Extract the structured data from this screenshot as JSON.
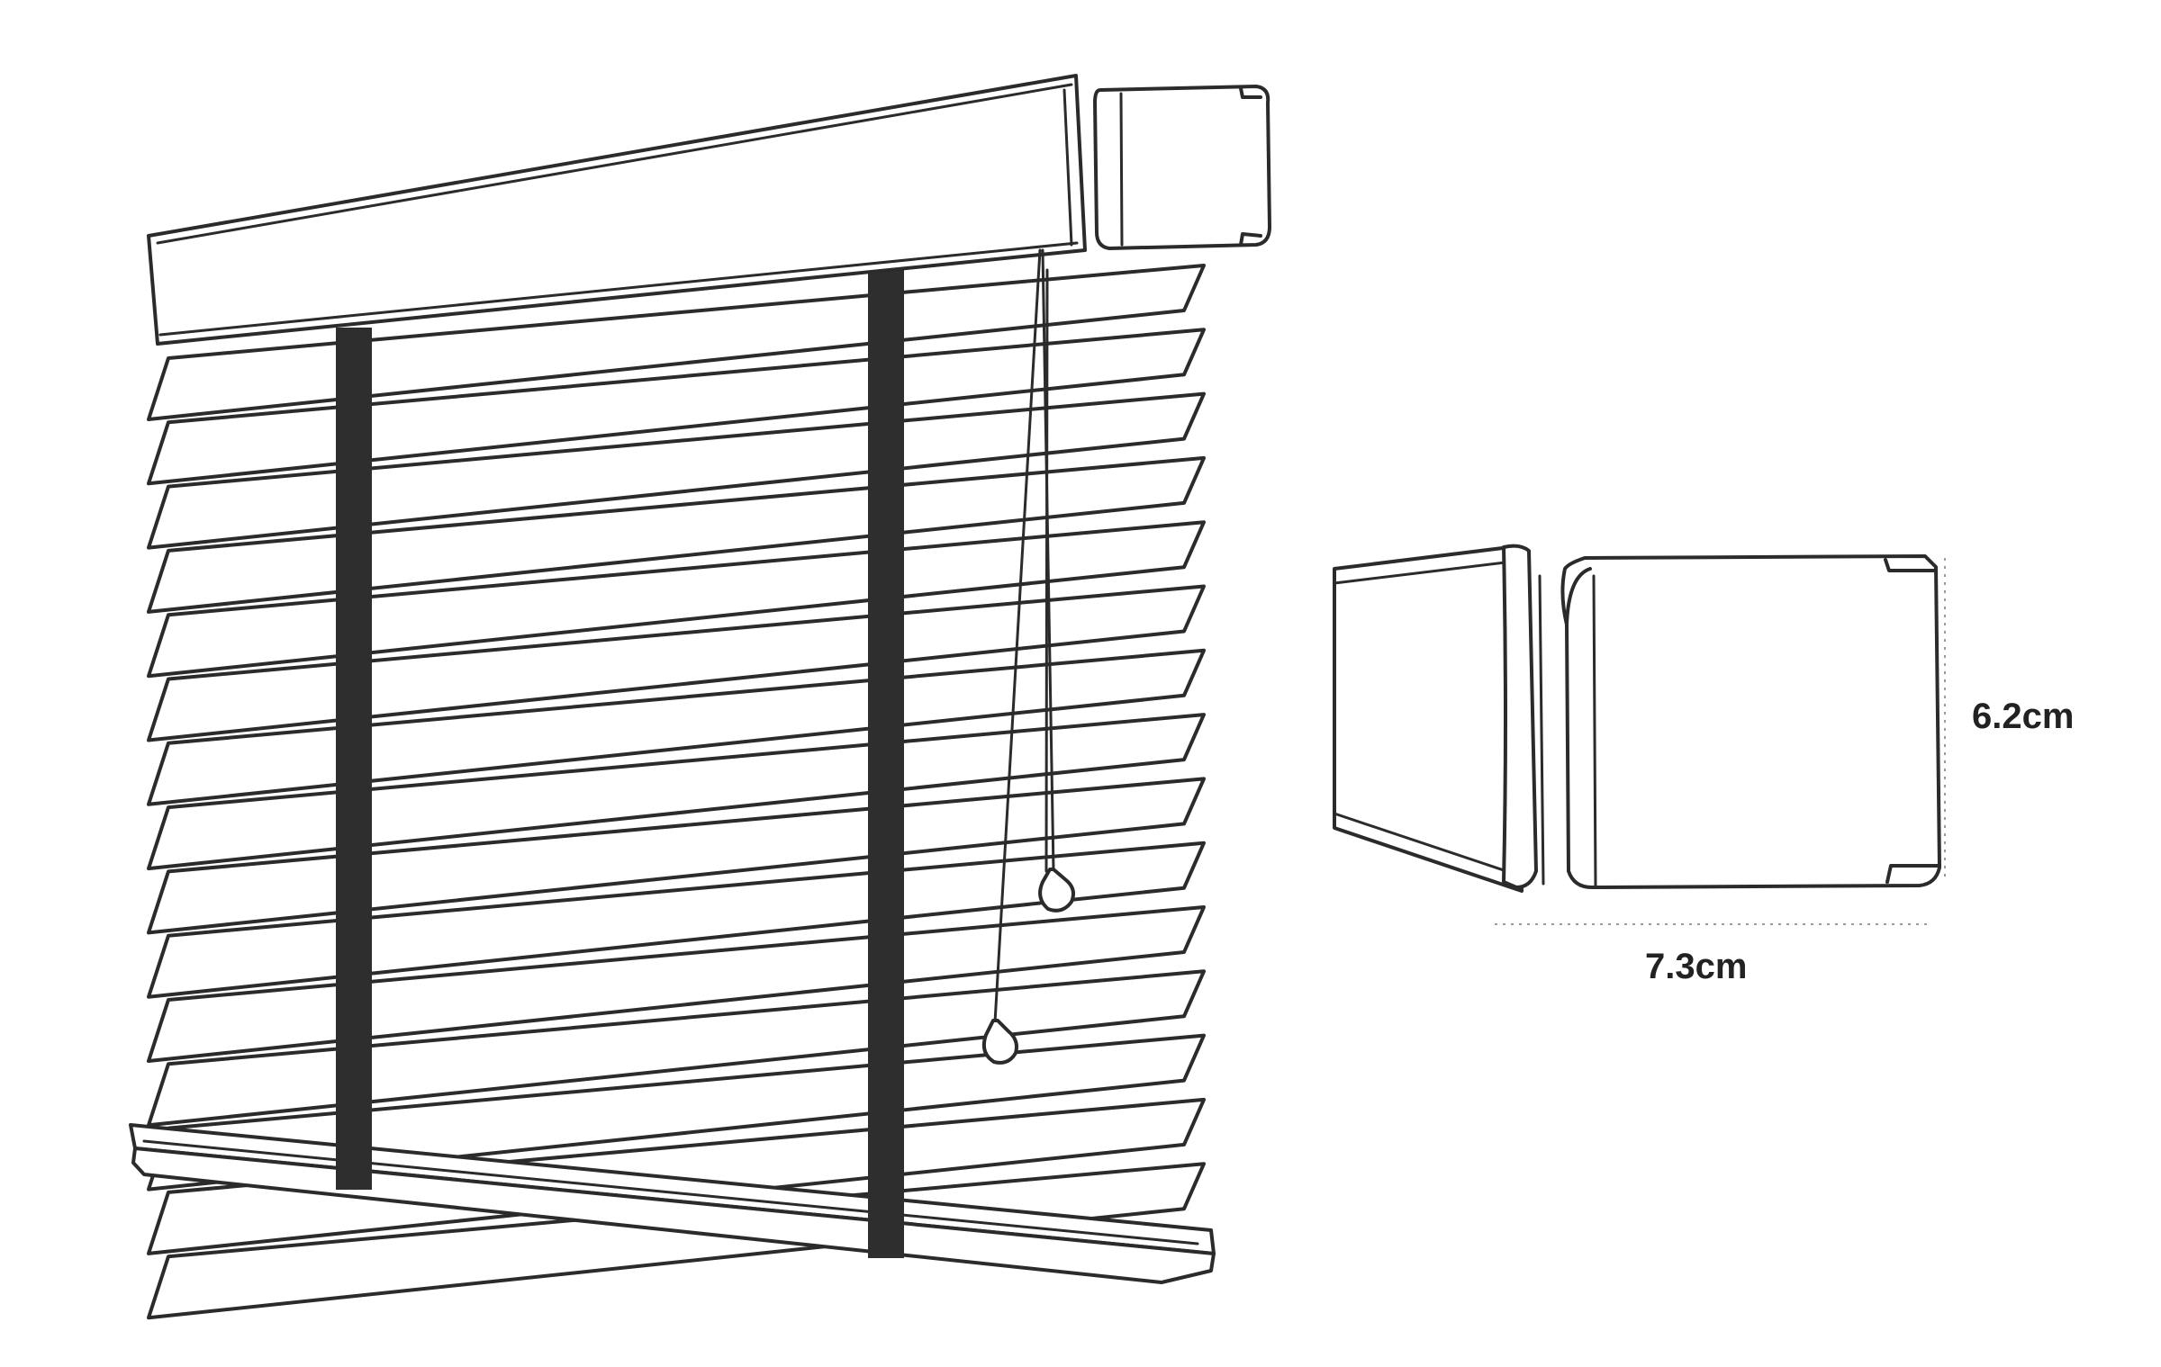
{
  "dimensions": {
    "height_label": "6.2cm",
    "width_label": "7.3cm"
  },
  "blind": {
    "slat_count": 15,
    "ladder_tape_count": 2,
    "tape_color": "#2e2e2e",
    "line_color": "#2b2b2b"
  },
  "icons": [
    "venetian-blind-illustration",
    "headrail-end-cap-detail"
  ]
}
